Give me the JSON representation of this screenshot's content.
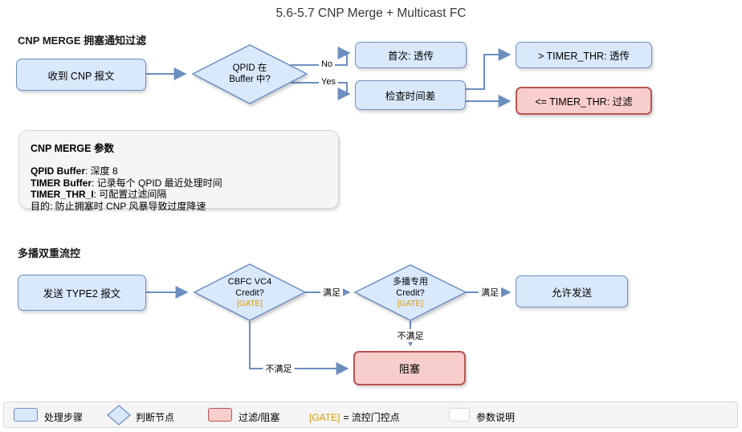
{
  "title": "5.6-5.7 CNP Merge + Multicast FC",
  "colors": {
    "node_fill": "#dae8fc",
    "node_stroke": "#6c8ebf",
    "alert_fill": "#f8cecc",
    "alert_stroke": "#b85450",
    "gate_color": "#d79b00",
    "edge_color": "#6c8ebf",
    "panel_fill": "#f5f5f5"
  },
  "section1": {
    "heading": "CNP MERGE 拥塞通知过滤",
    "nodes": {
      "receive": "收到 CNP 报文",
      "decision_line1": "QPID 在",
      "decision_line2": "Buffer 中?",
      "first_pass": "首次: 透传",
      "check_time": "检查时间差",
      "pass": "> TIMER_THR: 透传",
      "filter": "<= TIMER_THR: 过滤"
    },
    "edge_labels": {
      "no": "No",
      "yes": "Yes"
    }
  },
  "params_box": {
    "title": "CNP MERGE 参数",
    "lines": [
      {
        "label": "QPID Buffer",
        "text": ": 深度 8"
      },
      {
        "label": "TIMER Buffer",
        "text": ": 记录每个 QPID 最近处理时间"
      },
      {
        "label": "TIMER_THR_I",
        "text": ": 可配置过滤间隔"
      },
      {
        "label": "目的",
        "text": ": 防止拥塞时 CNP 风暴导致过度降速"
      }
    ]
  },
  "section2": {
    "heading": "多播双重流控",
    "nodes": {
      "send": "发送 TYPE2 报文",
      "cbfc_line1": "CBFC VC4",
      "cbfc_line2": "Credit?",
      "cbfc_gate": "[GATE]",
      "mc_line1": "多播专用",
      "mc_line2": "Credit?",
      "mc_gate": "[GATE]",
      "allow": "允许发送",
      "block": "阻塞"
    },
    "edge_labels": {
      "ok1": "满足",
      "ok2": "满足",
      "fail1": "不满足",
      "fail2": "不满足"
    }
  },
  "legend": {
    "items": [
      {
        "label": "处理步骤"
      },
      {
        "label": "判断节点"
      },
      {
        "label": "过滤/阻塞"
      },
      {
        "gate": "[GATE]",
        "label": "= 流控门控点"
      },
      {
        "label": "参数说明"
      }
    ]
  }
}
